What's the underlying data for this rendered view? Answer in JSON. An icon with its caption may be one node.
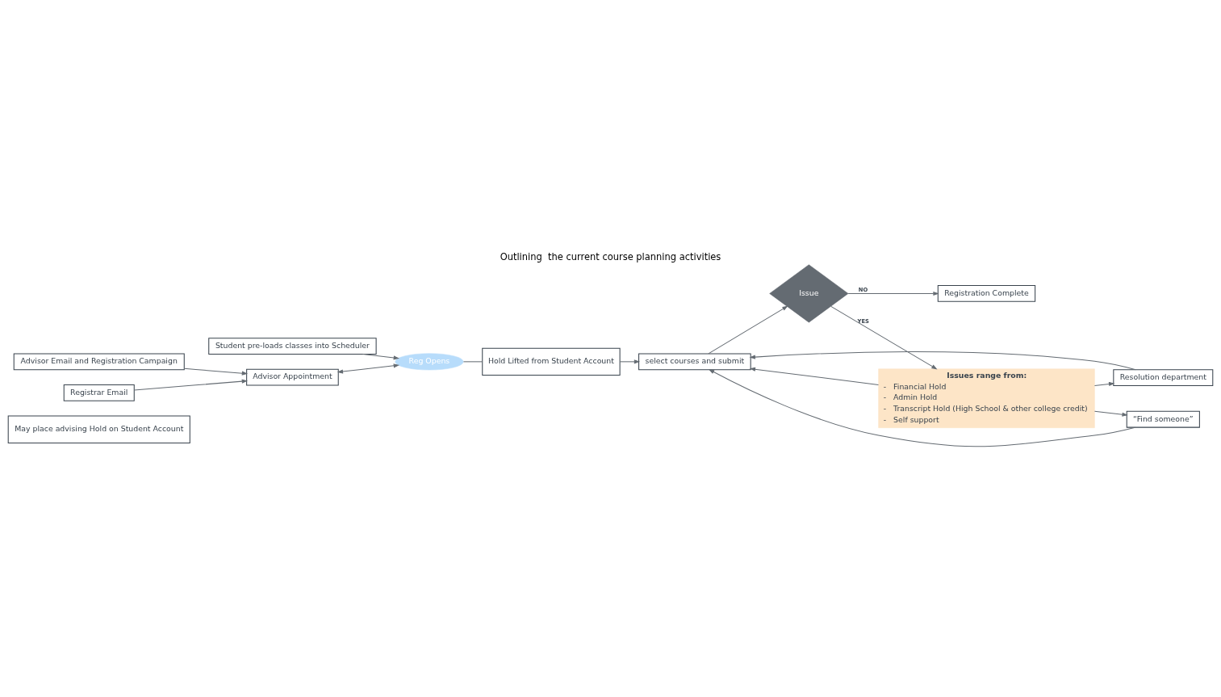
{
  "diagram": {
    "title": "Outlining  the current course planning activities",
    "nodes": [
      {
        "text": [
          "May place advising Hold on Student Account"
        ]
      },
      {
        "text": [
          "Advisor Email and Registration Campaign"
        ]
      },
      {
        "text": [
          "Registrar Email"
        ]
      },
      {
        "text": [
          "Student pre-loads classes into Scheduler"
        ]
      },
      {
        "text": [
          "Reg Opens"
        ]
      },
      {
        "text": [
          "Hold Lifted from Student Account"
        ]
      },
      {
        "text": [
          "select courses and submit"
        ]
      },
      {
        "text": [
          "Issue"
        ]
      },
      {
        "text": [
          "Registration Complete"
        ]
      },
      {
        "text": [
          "Advisor Appointment"
        ]
      },
      {
        "text": [
          "Resolution department"
        ]
      },
      {
        "text": [
          "“Find someone”"
        ]
      },
      {
        "text": [
          "Issues range from:",
          "-   Financial Hold",
          "-   Admin Hold",
          "-   Transcript Hold (High School & other college credit)",
          "-   Self support"
        ]
      }
    ],
    "edges": [
      {
        "from": 1,
        "to": 9,
        "arrow": "to"
      },
      {
        "from": 2,
        "to": 9,
        "arrow": "to"
      },
      {
        "from": 3,
        "to": 4,
        "arrow": "to"
      },
      {
        "from": 9,
        "to": 4,
        "arrow": "both"
      },
      {
        "from": 4,
        "to": 5,
        "arrow": "none"
      },
      {
        "from": 5,
        "to": 6,
        "arrow": "to"
      },
      {
        "from": 6,
        "to": 7,
        "arrow": "to"
      },
      {
        "from": 7,
        "to": 8,
        "arrow": "to",
        "label": "NO"
      },
      {
        "from": 7,
        "to": 12,
        "arrow": "to",
        "label": "YES"
      },
      {
        "from": 12,
        "to": 10,
        "arrow": "to"
      },
      {
        "from": 12,
        "to": 11,
        "arrow": "to"
      },
      {
        "from": 12,
        "to": 6,
        "arrow": "to"
      },
      {
        "from": 10,
        "to": 6,
        "arrow": "to"
      },
      {
        "from": 11,
        "to": 6,
        "arrow": "to"
      }
    ]
  }
}
